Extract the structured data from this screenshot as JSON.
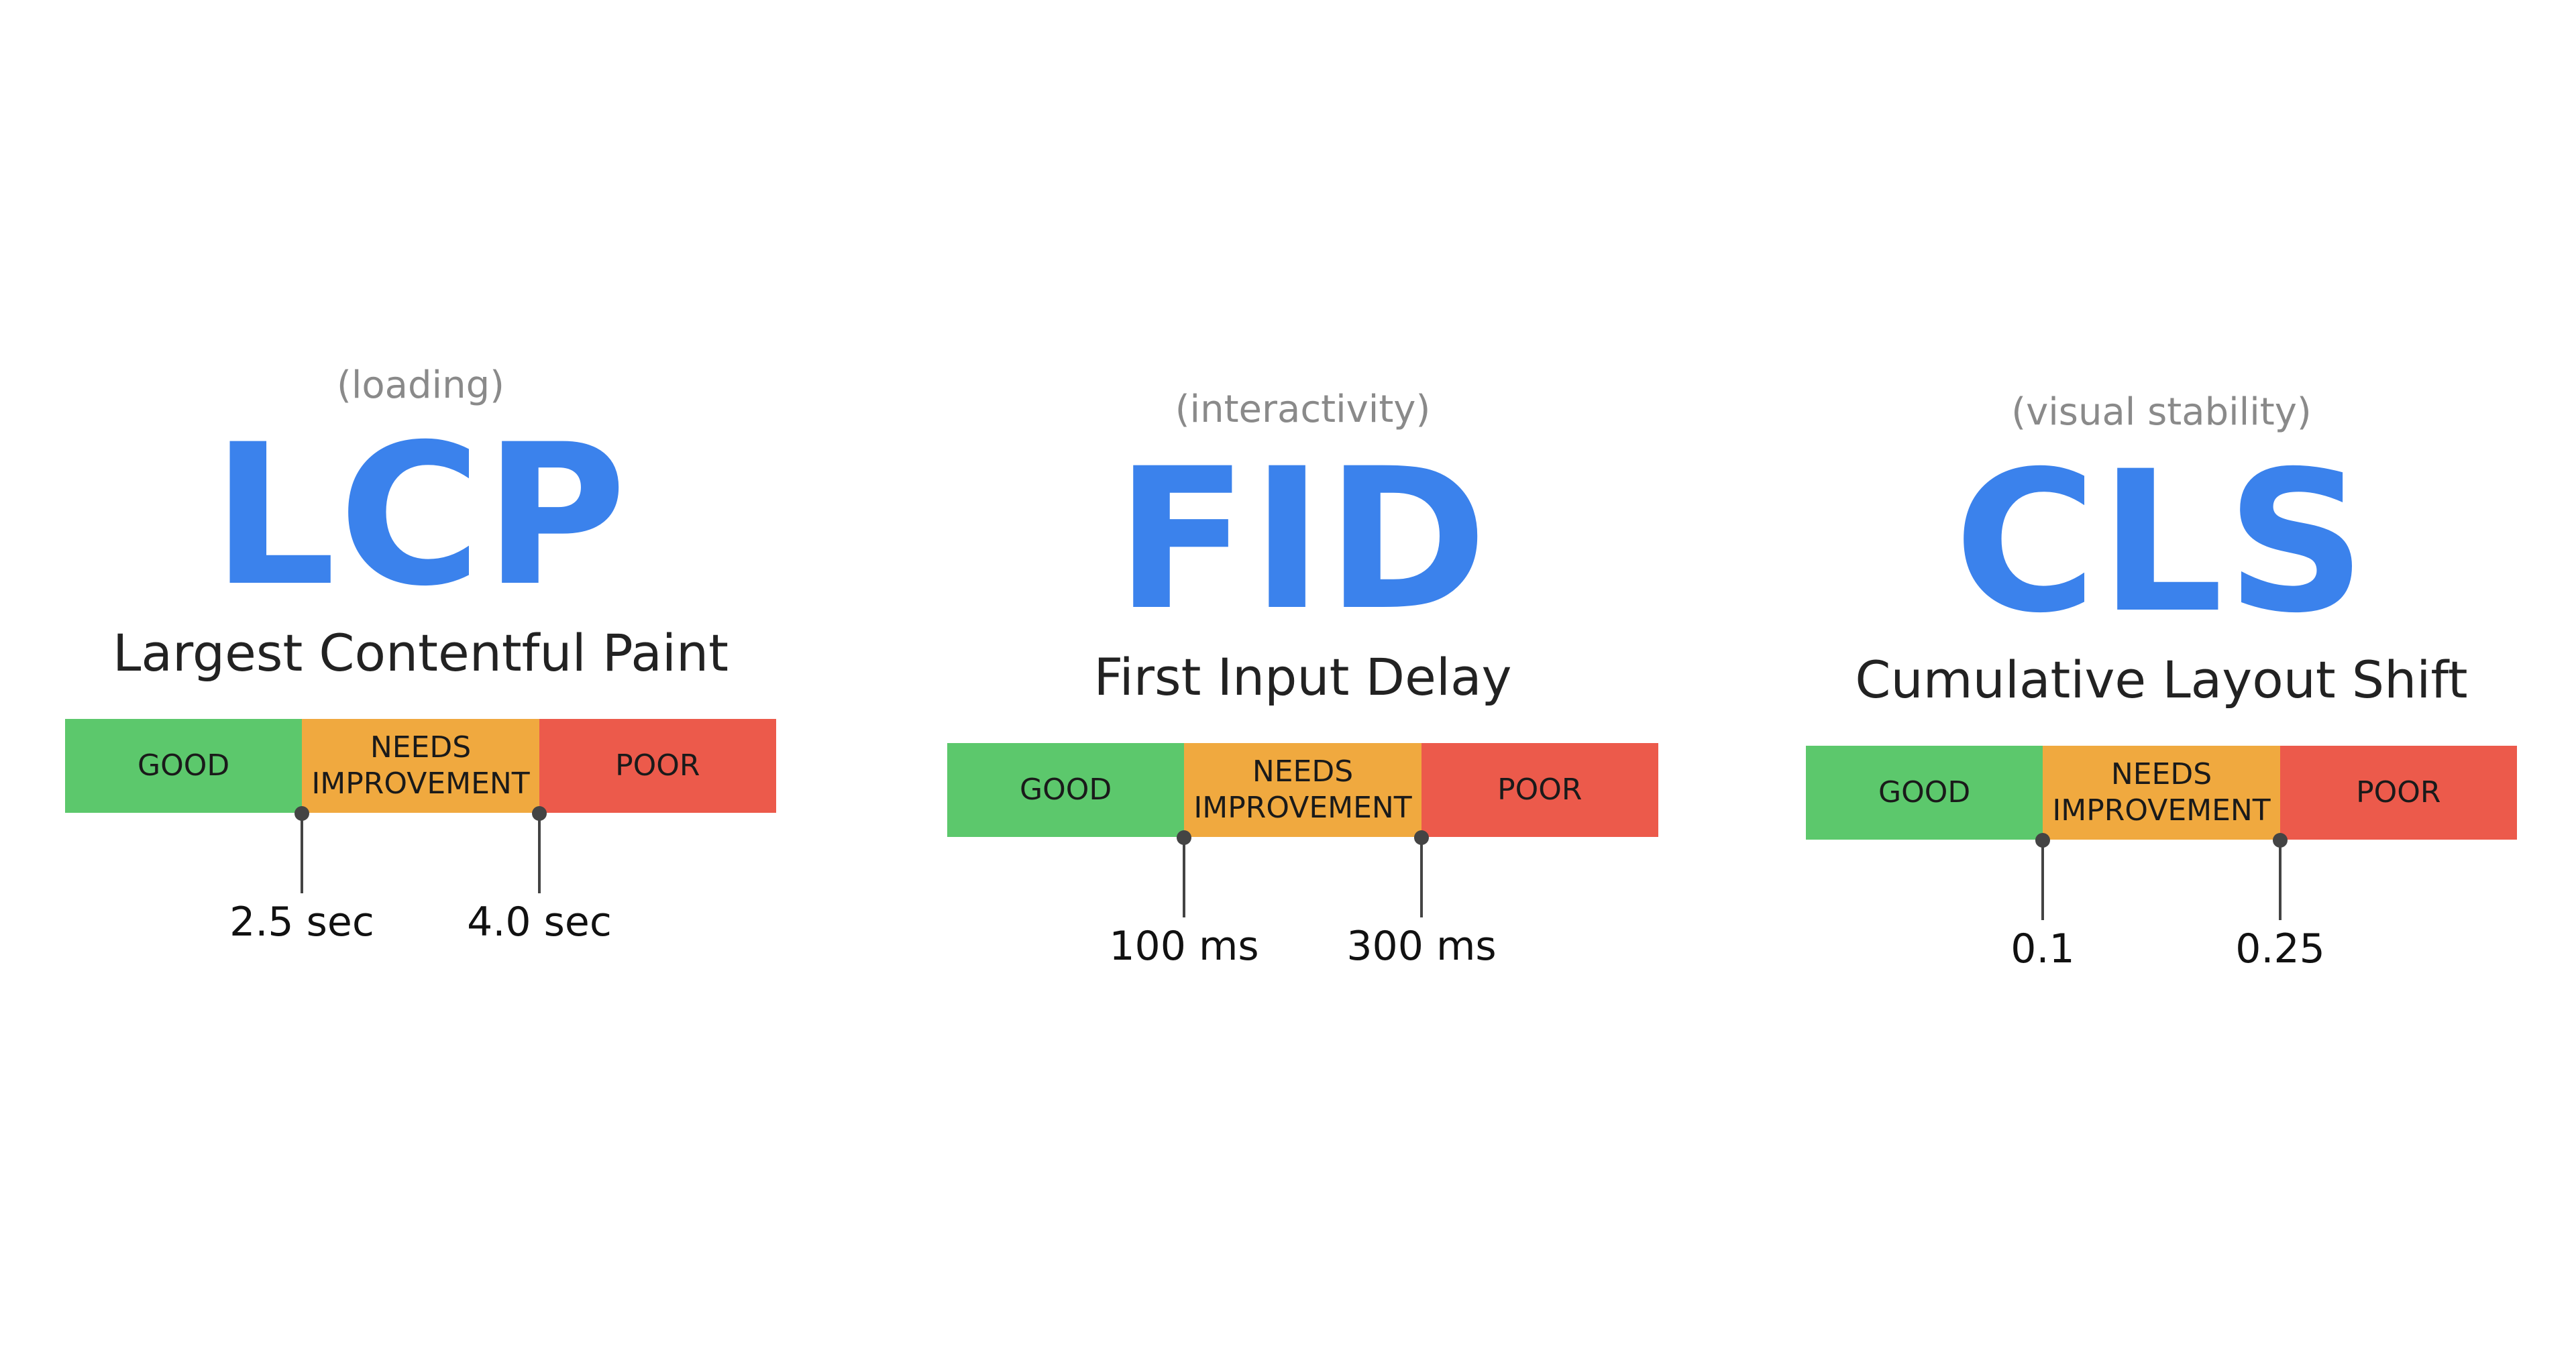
{
  "colors": {
    "accent_blue": "#3b82ec",
    "good": "#5cc86c",
    "needs_improvement": "#f0a93f",
    "poor": "#ec5a4b"
  },
  "segments": {
    "good": "GOOD",
    "needs_improvement": "NEEDS\nIMPROVEMENT",
    "poor": "POOR"
  },
  "metrics": [
    {
      "category": "(loading)",
      "acronym": "LCP",
      "name": "Largest Contentful Paint",
      "thresholds": [
        "2.5 sec",
        "4.0 sec"
      ]
    },
    {
      "category": "(interactivity)",
      "acronym": "FID",
      "name": "First Input Delay",
      "thresholds": [
        "100 ms",
        "300 ms"
      ]
    },
    {
      "category": "(visual stability)",
      "acronym": "CLS",
      "name": "Cumulative Layout Shift",
      "thresholds": [
        "0.1",
        "0.25"
      ]
    }
  ]
}
